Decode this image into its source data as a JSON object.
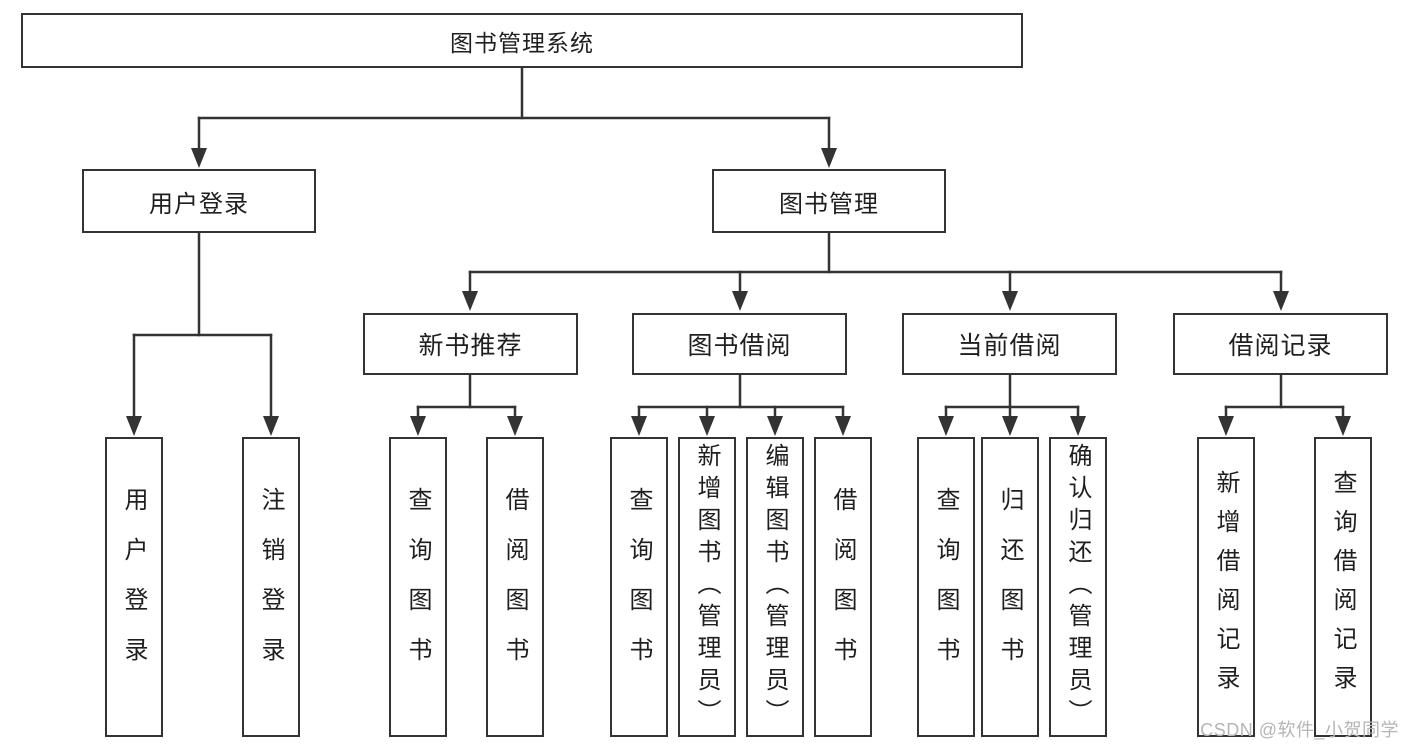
{
  "diagram": {
    "root": "图书管理系统",
    "user_login": {
      "label": "用户登录",
      "children": [
        "用户登录",
        "注销登录"
      ]
    },
    "book_management": {
      "label": "图书管理",
      "new_book_recommend": {
        "label": "新书推荐",
        "children": [
          "查询图书",
          "借阅图书"
        ]
      },
      "book_borrow": {
        "label": "图书借阅",
        "children": [
          "查询图书",
          "新增图书（管理员）",
          "编辑图书（管理员）",
          "借阅图书"
        ]
      },
      "current_borrow": {
        "label": "当前借阅",
        "children": [
          "查询图书",
          "归还图书",
          "确认归还（管理员）"
        ]
      },
      "borrow_records": {
        "label": "借阅记录",
        "children": [
          "新增借阅记录",
          "查询借阅记录"
        ]
      }
    }
  },
  "watermark": {
    "text": "CSDN @软件_小贺同学"
  },
  "colors": {
    "line": "#333333",
    "text": "#1f1f1f",
    "box-bg": "#ffffff",
    "watermark": "#b5b5b5",
    "background": "#ffffff"
  }
}
